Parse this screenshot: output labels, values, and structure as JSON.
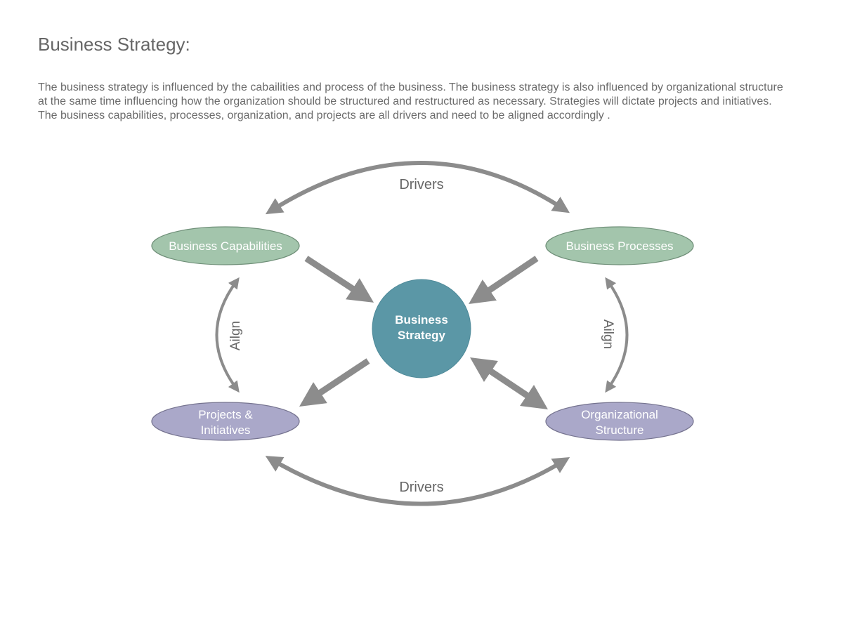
{
  "page": {
    "title": "Business Strategy:",
    "description": "The business strategy is influenced by the cabailities and process of the business. The business strategy is also influenced by organizational structure at the same time influencing how the organization should be structured and restructured as necessary. Strategies will dictate projects and initiatives. The business capabilities, processes, organization, and projects are all drivers and need to be aligned accordingly ."
  },
  "diagram": {
    "center": {
      "line1": "Business",
      "line2": "Strategy",
      "color": "#5b97a6"
    },
    "nodes": {
      "capabilities": {
        "label": "Business Capabilities",
        "color": "#a3c5ac"
      },
      "processes": {
        "label": "Business Processes",
        "color": "#a3c5ac"
      },
      "projects": {
        "line1": "Projects &",
        "line2": "Initiatives",
        "color": "#aaa8c9"
      },
      "organization": {
        "line1": "Organizational",
        "line2": "Structure",
        "color": "#aaa8c9"
      }
    },
    "connectors": {
      "top": "Drivers",
      "bottom": "Drivers",
      "left": "Ailgn",
      "right": "Ailgn"
    },
    "arrow_color": "#8c8c8c"
  }
}
